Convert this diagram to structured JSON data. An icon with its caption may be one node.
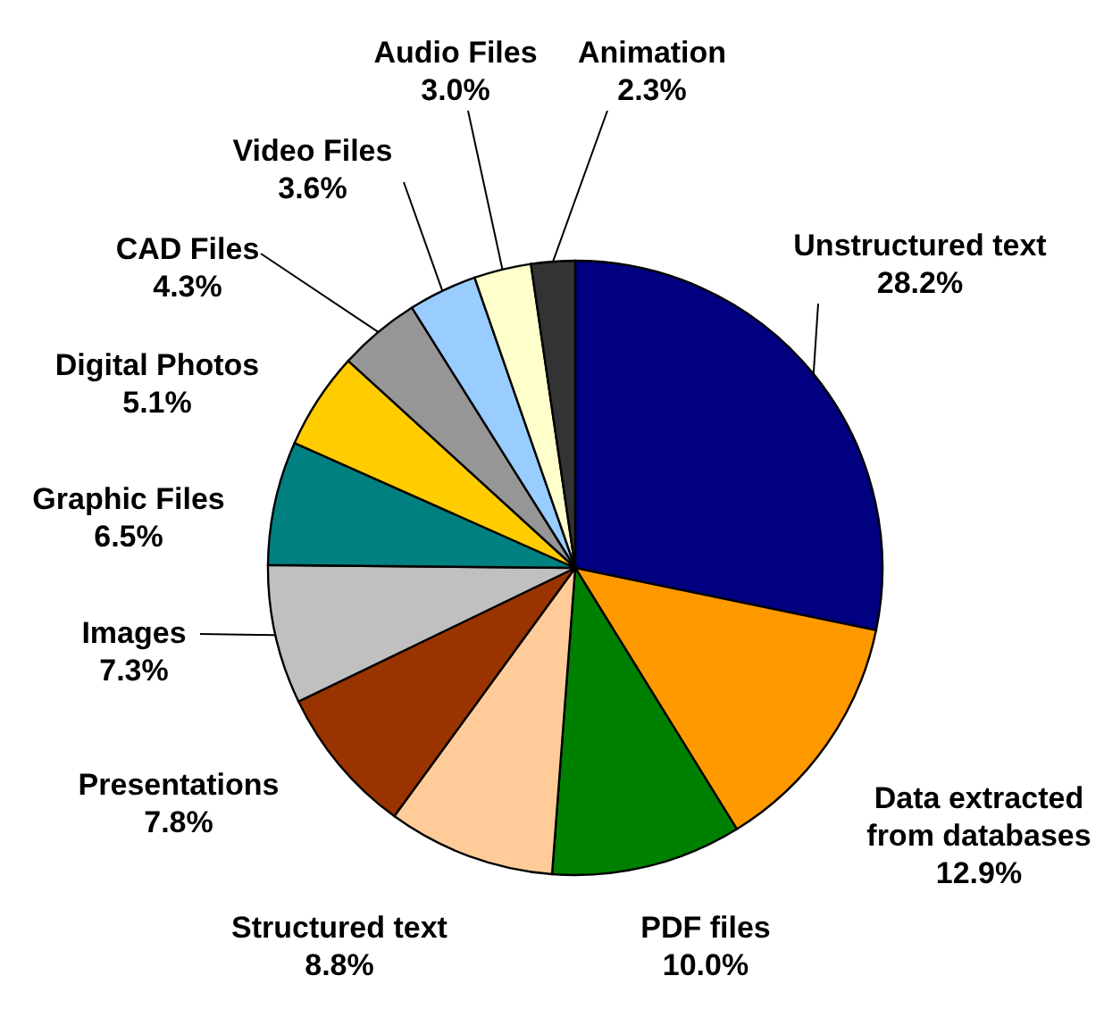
{
  "diagram": {
    "chart_data": {
      "type": "pie",
      "categories": [
        "Unstructured text",
        "Data extracted from databases",
        "PDF files",
        "Structured text",
        "Presentations",
        "Images",
        "Graphic Files",
        "Digital Photos",
        "CAD Files",
        "Video Files",
        "Audio Files",
        "Animation"
      ],
      "values": [
        28.2,
        12.9,
        10.0,
        8.8,
        7.8,
        7.3,
        6.5,
        5.1,
        4.3,
        3.6,
        3.0,
        2.3
      ],
      "value_labels": [
        "28.2%",
        "12.9%",
        "10.0%",
        "8.8%",
        "7.8%",
        "7.3%",
        "6.5%",
        "5.1%",
        "4.3%",
        "3.6%",
        "3.0%",
        "2.3%"
      ],
      "data_labels": true,
      "colors": [
        "#000080",
        "#ff9900",
        "#008000",
        "#ffcc99",
        "#993300",
        "#c0c0c0",
        "#008080",
        "#ffcc00",
        "#969696",
        "#99ccff",
        "#ffffcc",
        "#333333"
      ]
    }
  }
}
